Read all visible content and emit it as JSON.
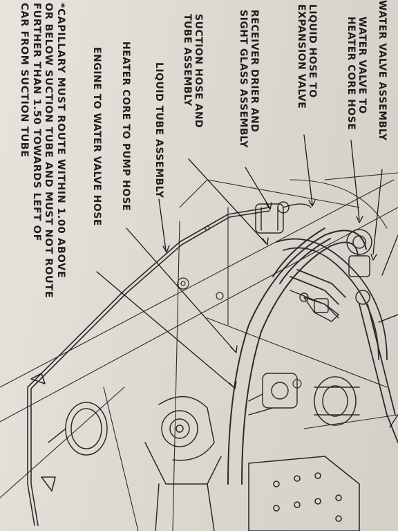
{
  "labels": {
    "water_valve_assembly": "WATER VALVE ASSEMBLY",
    "water_valve_to_heater_core_hose": [
      "WATER VALVE TO",
      "HEATER CORE HOSE"
    ],
    "liquid_hose_to_expansion_valve": [
      "LIQUID HOSE TO",
      "EXPANSION VALVE"
    ],
    "receiver_drier_and_sight_glass": [
      "RECEIVER DRIER AND",
      "SIGHT GLASS ASSEMBLY"
    ],
    "suction_hose_and_tube_assembly": [
      "SUCTION HOSE AND",
      "TUBE ASSEMBLY"
    ],
    "liquid_tube_assembly": "LIQUID TUBE ASSEMBLY",
    "heater_core_to_pump_hose": "HEATER CORE TO PUMP HOSE",
    "engine_to_water_valve_hose": "ENGINE TO WATER VALVE HOSE"
  },
  "note": [
    "*CAPILLARY MUST ROUTE WITHIN 1.00 ABOVE",
    "OR BELOW SUCTION TUBE AND MUST NOT ROUTE",
    "FURTHER THAN 1.50 TOWARDS LEFT OF",
    "CAR FROM SUCTION TUBE"
  ],
  "colors": {
    "ink": "#1d1d1d",
    "paper": "#dedbd4"
  }
}
